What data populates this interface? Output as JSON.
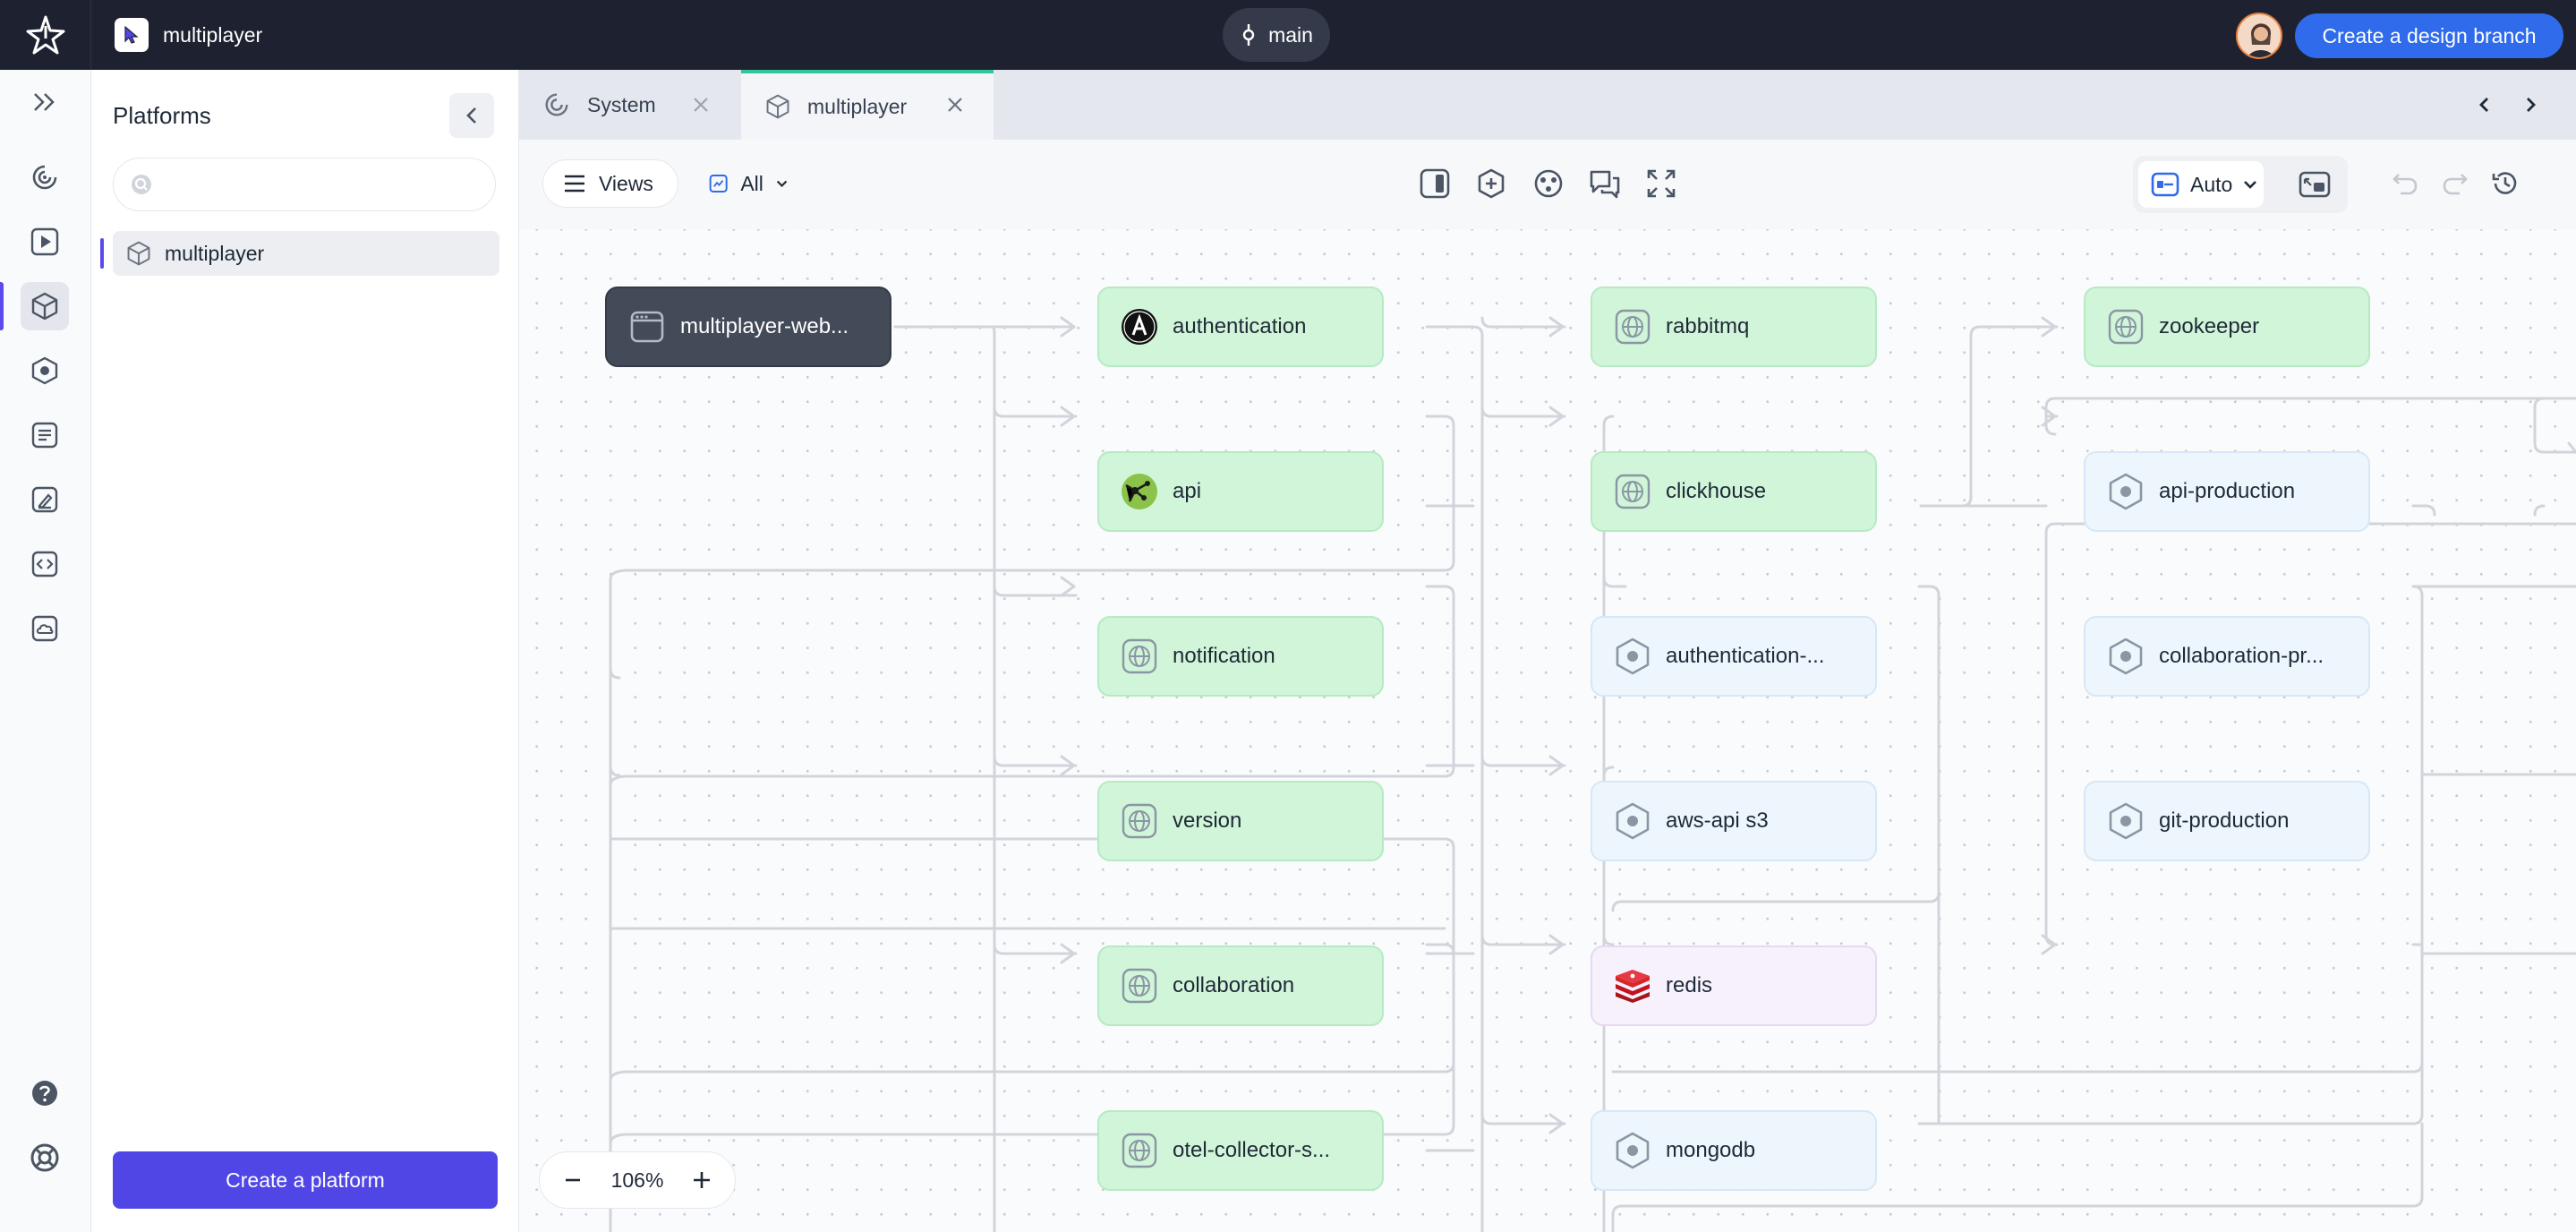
{
  "topbar": {
    "app_name": "multiplayer",
    "branch": "main",
    "create_branch_label": "Create a design branch"
  },
  "rail": {
    "items": [
      "expand-icon",
      "dashboard-icon",
      "play-icon",
      "platform-icon",
      "component-icon",
      "notes-icon",
      "sketch-icon",
      "code-icon",
      "cloud-icon"
    ],
    "active": "platform-icon",
    "bottom": [
      "help-icon",
      "support-icon"
    ]
  },
  "panel": {
    "title": "Platforms",
    "search_placeholder": "",
    "items": [
      {
        "label": "multiplayer"
      }
    ],
    "create_label": "Create a platform"
  },
  "tabs": [
    {
      "label": "System",
      "active": false
    },
    {
      "label": "multiplayer",
      "active": true
    }
  ],
  "toolbar": {
    "views_label": "Views",
    "filter_label": "All",
    "layout_label": "Auto"
  },
  "nodes": [
    {
      "label": "multiplayer-web...",
      "kind": "web"
    },
    {
      "label": "authentication",
      "kind": "service",
      "icon": "openid-icon"
    },
    {
      "label": "api",
      "kind": "service",
      "icon": "api-icon"
    },
    {
      "label": "notification",
      "kind": "service",
      "icon": "globe-icon"
    },
    {
      "label": "version",
      "kind": "service",
      "icon": "globe-icon"
    },
    {
      "label": "collaboration",
      "kind": "service",
      "icon": "globe-icon"
    },
    {
      "label": "otel-collector-s...",
      "kind": "service",
      "icon": "globe-icon"
    },
    {
      "label": "rabbitmq",
      "kind": "service",
      "icon": "globe-icon"
    },
    {
      "label": "clickhouse",
      "kind": "service",
      "icon": "globe-icon"
    },
    {
      "label": "authentication-...",
      "kind": "infrastructure",
      "icon": "hexagon-icon"
    },
    {
      "label": "aws-api s3",
      "kind": "infrastructure",
      "icon": "hexagon-icon"
    },
    {
      "label": "redis",
      "kind": "cache",
      "icon": "redis-icon"
    },
    {
      "label": "mongodb",
      "kind": "infrastructure",
      "icon": "hexagon-icon"
    },
    {
      "label": "zookeeper",
      "kind": "service",
      "icon": "globe-icon"
    },
    {
      "label": "api-production",
      "kind": "infrastructure",
      "icon": "hexagon-icon"
    },
    {
      "label": "collaboration-pr...",
      "kind": "infrastructure",
      "icon": "hexagon-icon"
    },
    {
      "label": "git-production",
      "kind": "infrastructure",
      "icon": "hexagon-icon"
    }
  ],
  "zoom": {
    "level": "106%"
  },
  "colors": {
    "topbar": "#1e2230",
    "accent": "#4f46e5",
    "branch_button": "#2f6bea",
    "service_node": "#d1f5d9",
    "infra_node": "#eef6fd",
    "web_node": "#434a58"
  }
}
